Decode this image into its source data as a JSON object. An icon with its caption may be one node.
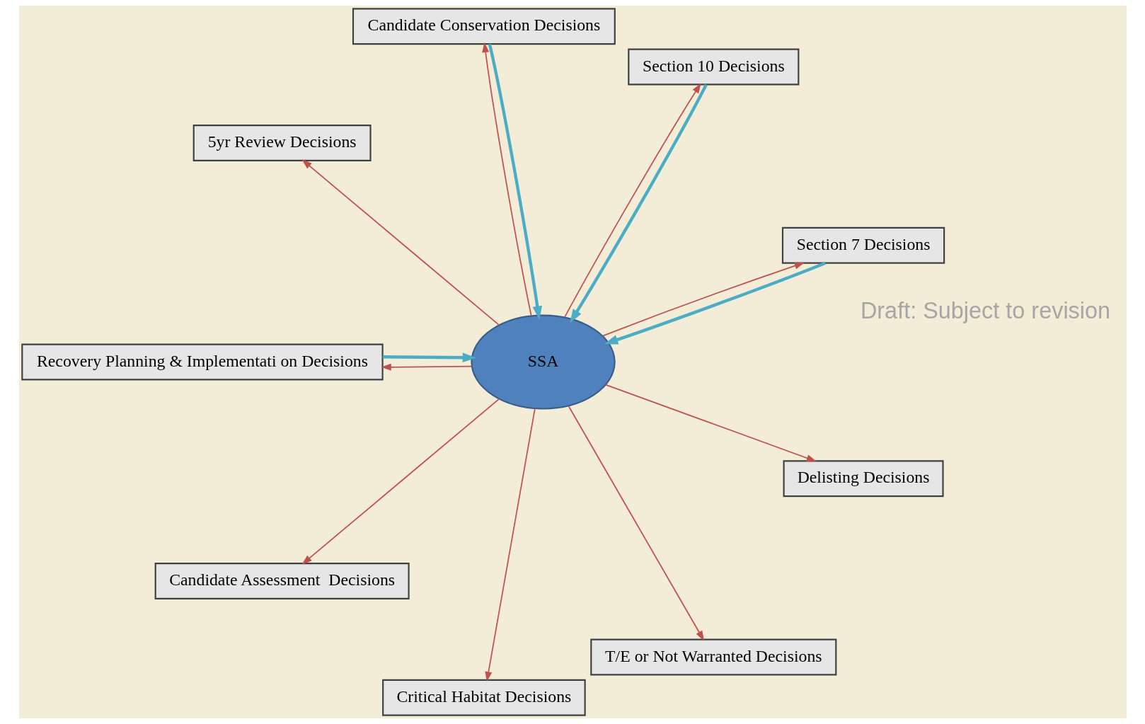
{
  "diagram": {
    "nodes": [
      {
        "text": [
          "SSA"
        ]
      },
      {
        "text": [
          "Section 7 Decisions"
        ]
      },
      {
        "text": [
          "Section 10 Decisions"
        ]
      },
      {
        "text": [
          "Candidate Conservation Decisions"
        ]
      },
      {
        "text": [
          "5yr Review Decisions"
        ]
      },
      {
        "text": [
          "Recovery Planning & Implementati on Decisions"
        ]
      },
      {
        "text": [
          "Candidate Assessment  Decisions"
        ]
      },
      {
        "text": [
          "Critical Habitat Decisions"
        ]
      },
      {
        "text": [
          "T/E or Not Warranted Decisions"
        ]
      },
      {
        "text": [
          "Delisting Decisions"
        ]
      }
    ],
    "edges": [
      {
        "from": 0,
        "to": 1,
        "arrow": "to"
      },
      {
        "from": 0,
        "to": 2,
        "arrow": "to"
      },
      {
        "from": 0,
        "to": 3,
        "arrow": "to"
      },
      {
        "from": 0,
        "to": 4,
        "arrow": "to"
      },
      {
        "from": 0,
        "to": 5,
        "arrow": "to"
      },
      {
        "from": 0,
        "to": 6,
        "arrow": "to"
      },
      {
        "from": 0,
        "to": 7,
        "arrow": "to"
      },
      {
        "from": 0,
        "to": 8,
        "arrow": "to"
      },
      {
        "from": 0,
        "to": 9,
        "arrow": "to"
      },
      {
        "from": 1,
        "to": 0,
        "arrow": "to",
        "style": "thick",
        "color": "#4bacc6"
      },
      {
        "from": 2,
        "to": 0,
        "arrow": "to",
        "style": "thick",
        "color": "#4bacc6"
      },
      {
        "from": 3,
        "to": 0,
        "arrow": "to",
        "style": "thick",
        "color": "#4bacc6"
      },
      {
        "from": 5,
        "to": 0,
        "arrow": "to",
        "style": "thick",
        "color": "#4bacc6"
      }
    ],
    "labels": [
      "Draft: Subject to revision"
    ]
  }
}
